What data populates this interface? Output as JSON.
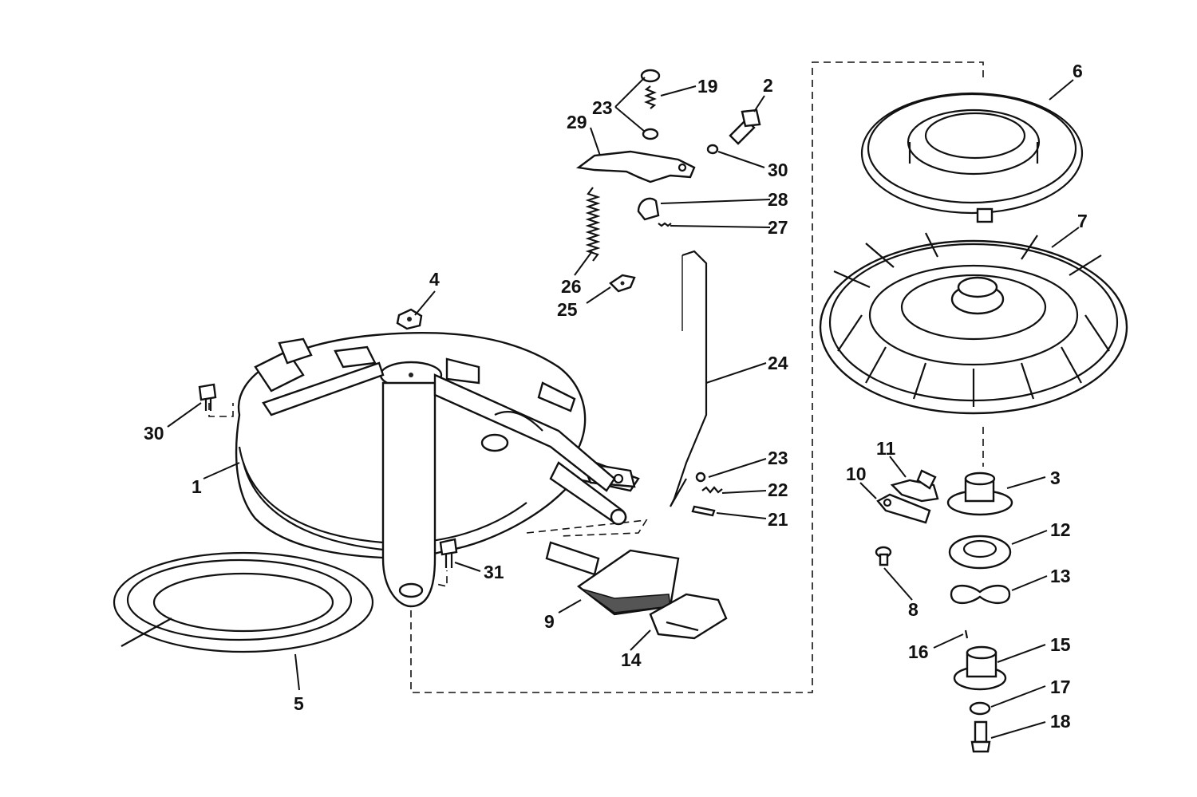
{
  "callouts": [
    {
      "id": "1",
      "text": "1"
    },
    {
      "id": "2",
      "text": "2"
    },
    {
      "id": "3",
      "text": "3"
    },
    {
      "id": "4",
      "text": "4"
    },
    {
      "id": "5",
      "text": "5"
    },
    {
      "id": "6",
      "text": "6"
    },
    {
      "id": "7",
      "text": "7"
    },
    {
      "id": "8",
      "text": "8"
    },
    {
      "id": "9",
      "text": "9"
    },
    {
      "id": "10",
      "text": "10"
    },
    {
      "id": "11",
      "text": "11"
    },
    {
      "id": "12",
      "text": "12"
    },
    {
      "id": "13",
      "text": "13"
    },
    {
      "id": "14",
      "text": "14"
    },
    {
      "id": "15",
      "text": "15"
    },
    {
      "id": "16",
      "text": "16"
    },
    {
      "id": "17",
      "text": "17"
    },
    {
      "id": "18",
      "text": "18"
    },
    {
      "id": "19",
      "text": "19"
    },
    {
      "id": "21",
      "text": "21"
    },
    {
      "id": "22",
      "text": "22"
    },
    {
      "id": "23a",
      "text": "23"
    },
    {
      "id": "23b",
      "text": "23"
    },
    {
      "id": "24",
      "text": "24"
    },
    {
      "id": "25",
      "text": "25"
    },
    {
      "id": "26",
      "text": "26"
    },
    {
      "id": "27",
      "text": "27"
    },
    {
      "id": "28",
      "text": "28"
    },
    {
      "id": "29",
      "text": "29"
    },
    {
      "id": "30a",
      "text": "30"
    },
    {
      "id": "30b",
      "text": "30"
    },
    {
      "id": "31",
      "text": "31"
    }
  ]
}
